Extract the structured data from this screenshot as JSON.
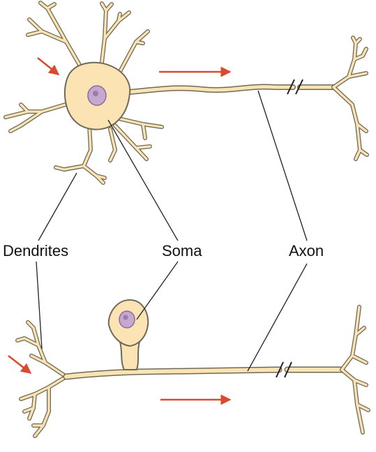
{
  "labels": {
    "dendrites": "Dendrites",
    "soma": "Soma",
    "axon": "Axon"
  },
  "colors": {
    "cell_fill": "#fbe3b3",
    "cell_outline": "#6f6a58",
    "nucleus": "#c6a8cf",
    "nucleus_outline": "#8c6a9a",
    "arrow": "#d94a30",
    "leader_line": "#222222",
    "background": "#ffffff"
  },
  "neurons": [
    {
      "name": "multipolar-neuron",
      "parts": [
        "dendrites",
        "soma",
        "axon"
      ]
    },
    {
      "name": "pseudounipolar-neuron",
      "parts": [
        "dendrites",
        "soma",
        "axon"
      ]
    }
  ]
}
